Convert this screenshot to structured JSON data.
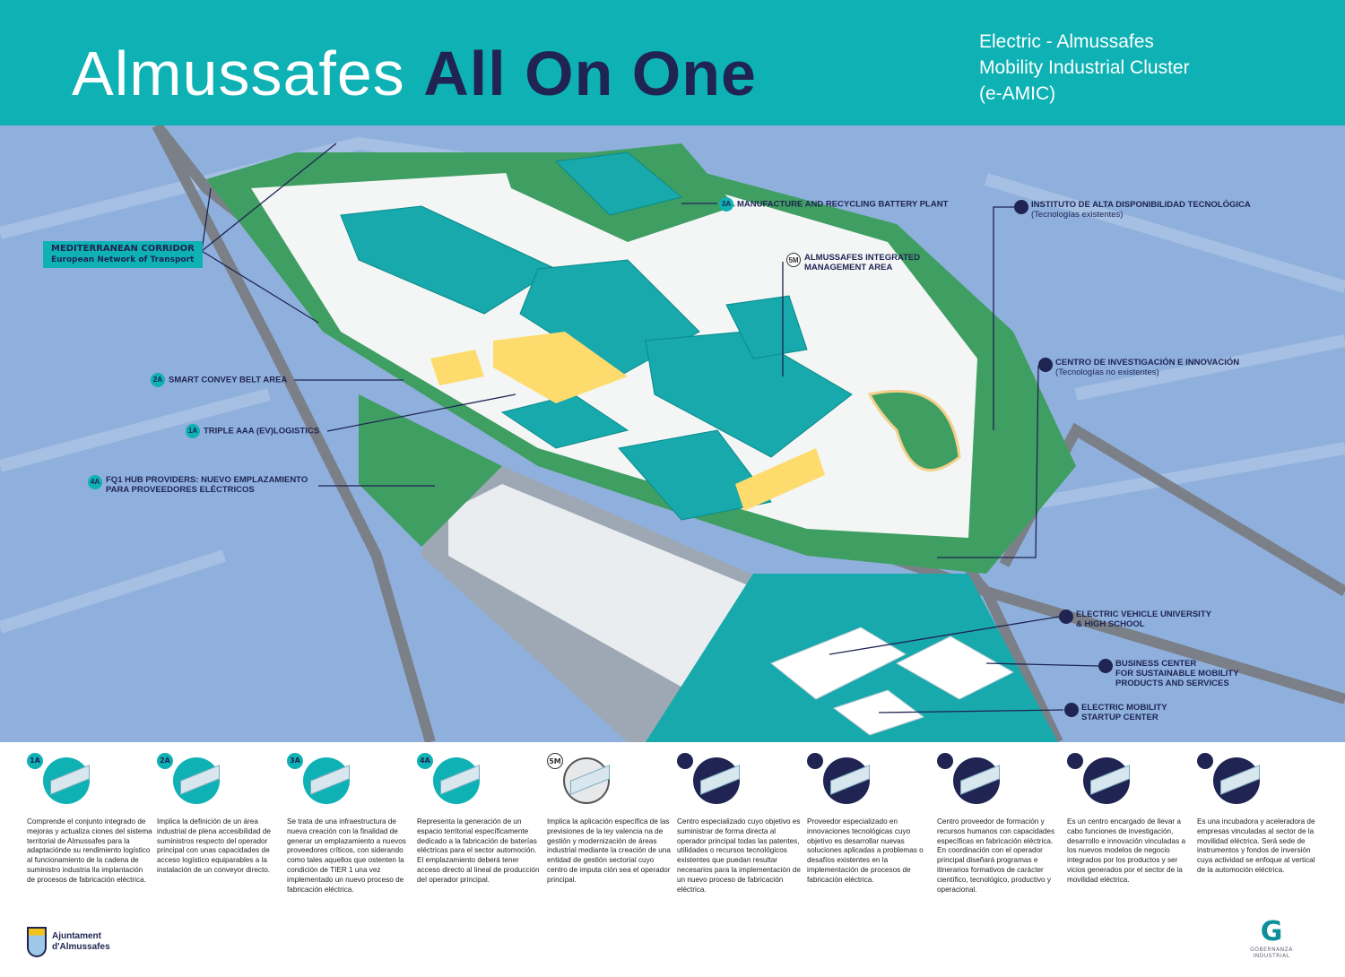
{
  "header": {
    "title_light": "Almussafes",
    "title_bold": "All On One",
    "subtitle_lines": [
      "Electric - Almussafes",
      "Mobility Industrial Cluster",
      "(e-AMIC)"
    ]
  },
  "colors": {
    "teal": "#0eb1b4",
    "navy": "#1f2452",
    "map_bg": "#8fb0dc",
    "green": "#3f9e62",
    "yellow": "#fddb6d"
  },
  "map_labels": {
    "corridor": {
      "title": "MEDITERRANEAN CORRIDOR",
      "sub": "European Network of Transport"
    },
    "l3a": {
      "badge": "3A",
      "text": "MANUFACTURE AND RECYCLING BATTERY PLANT"
    },
    "l5m": {
      "badge": "5M",
      "line1": "ALMUSSAFES INTEGRATED",
      "line2": "MANAGEMENT AREA"
    },
    "instituto": {
      "title": "INSTITUTO DE ALTA DISPONIBILIDAD TECNOLÓGICA",
      "sub": "(Tecnologías existentes)"
    },
    "centro": {
      "title": "CENTRO DE INVESTIGACIÓN E INNOVACIÓN",
      "sub": "(Tecnologías no existentes)"
    },
    "l2a": {
      "badge": "2A",
      "text": "SMART CONVEY BELT AREA"
    },
    "l1a": {
      "badge": "1A",
      "text": "TRIPLE AAA (EV)LOGISTICS"
    },
    "l4a": {
      "badge": "4A",
      "line1": "FQ1 HUB PROVIDERS: NUEVO EMPLAZAMIENTO",
      "line2": "PARA PROVEEDORES ELÉCTRICOS"
    },
    "university": {
      "line1": "ELECTRIC VEHICLE UNIVERSITY",
      "line2": "& HIGH SCHOOL"
    },
    "business": {
      "line1": "BUSINESS CENTER",
      "line2": "FOR SUSTAINABLE MOBILITY",
      "line3": "PRODUCTS AND SERVICES"
    },
    "startup": {
      "line1": "ELECTRIC MOBILITY",
      "line2": "STARTUP CENTER"
    }
  },
  "legend": [
    {
      "badge": "1A",
      "icon": "conveyor-icon",
      "text": "Comprende el conjunto integrado de mejoras y actualiza ciones del sistema territorial de Almussafes para la adaptaciónde su rendimiento logístico al funcionamiento de la cadena de suministro industria lla implantación de procesos de fabricación eléctrica."
    },
    {
      "badge": "2A",
      "icon": "warehouse-icon",
      "text": "Implica la definición de un área industrial de plena accesibilidad de suministros respecto del operador principal con unas capacidades de acceso logístico equiparables a la instalación de un conveyor directo."
    },
    {
      "badge": "3A",
      "icon": "battery-plant-icon",
      "text": "Se trata de una infraestructura de nueva creación con la finalidad de generar un emplazamiento a nuevos proveedores críticos, con siderando como tales aquellos que ostenten la condición de TIER 1 una vez implementado un nuevo proceso de fabricación eléctrica."
    },
    {
      "badge": "4A",
      "icon": "grid-area-icon",
      "text": "Representa la generación de un espacio territorial específicamente dedicado a la fabricación de baterías eléctricas para el sector automoción. El emplazamiento deberá tener acceso directo al lineal de producción del operador principal."
    },
    {
      "badge": "5M",
      "icon": "management-area-icon",
      "text": "Implica la aplicación específica de las previsiones de la ley valencia na de gestión y modernización de áreas industrial mediante la creación de una entidad de gestión sectorial cuyo centro de imputa ción sea el operador principal."
    },
    {
      "badge": "",
      "icon": "institute-icon",
      "text": "Centro especializado cuyo objetivo es suministrar de forma directa al operador principal todas las patentes, utilidades o recursos tecnológicos existentes que puedan resultar necesarios para la implementación de un nuevo proceso de fabricación eléctrica."
    },
    {
      "badge": "",
      "icon": "research-center-icon",
      "text": "Proveedor especializado en innovaciones tecnológicas cuyo objetivo es desarrollar nuevas soluciones aplicadas a problemas o desafíos existentes en la implementación de procesos de fabricación eléctrica."
    },
    {
      "badge": "",
      "icon": "university-icon",
      "text": "Centro proveedor de formación y recursos humanos con capacidades específicas en fabricación eléctrica. En coordinación con el operador principal diseñará programas e itinerarios formativos de carácter científico, tecnológico, productivo y operacional."
    },
    {
      "badge": "",
      "icon": "business-center-icon",
      "text": "Es un centro encargado de llevar a cabo funciones de investigación, desarrollo e innovación vinculadas a los nuevos modelos de negocio integrados por los productos y ser vicios generados por el sector de la movilidad eléctrica."
    },
    {
      "badge": "",
      "icon": "startup-center-icon",
      "text": "Es una incubadora y aceleradora de empresas vinculadas al sector de la movilidad eléctrica. Será sede de instrumentos y fondos de inversión cuya actividad se enfoque al vertical de la automoción eléctrica."
    }
  ],
  "logos": {
    "left": {
      "line1": "Ajuntament",
      "line2": "d'Almussafes"
    },
    "right": {
      "mark": "G",
      "line1": "GOBERNANZA",
      "line2": "INDUSTRIAL"
    }
  }
}
